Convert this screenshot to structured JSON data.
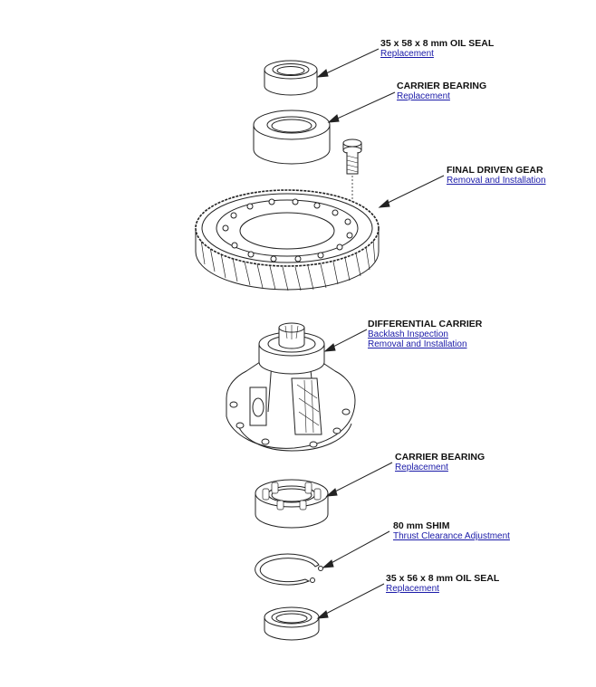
{
  "callouts": [
    {
      "id": "oil-seal-top",
      "title": "35 x 58 x 8 mm OIL SEAL",
      "links": [
        "Replacement"
      ]
    },
    {
      "id": "carrier-bearing-top",
      "title": "CARRIER BEARING",
      "links": [
        "Replacement"
      ]
    },
    {
      "id": "final-driven-gear",
      "title": "FINAL DRIVEN GEAR",
      "links": [
        "Removal and Installation"
      ]
    },
    {
      "id": "differential-carrier",
      "title": "DIFFERENTIAL CARRIER",
      "links": [
        "Backlash Inspection",
        "Removal and Installation"
      ]
    },
    {
      "id": "carrier-bearing-bottom",
      "title": "CARRIER BEARING",
      "links": [
        "Replacement"
      ]
    },
    {
      "id": "shim",
      "title": "80 mm SHIM",
      "links": [
        "Thrust Clearance Adjustment"
      ]
    },
    {
      "id": "oil-seal-bottom",
      "title": "35 x 56 x 8 mm OIL SEAL",
      "links": [
        "Replacement"
      ]
    }
  ],
  "colors": {
    "line": "#222222",
    "link": "#1a1aa8",
    "fill": "#ffffff"
  }
}
